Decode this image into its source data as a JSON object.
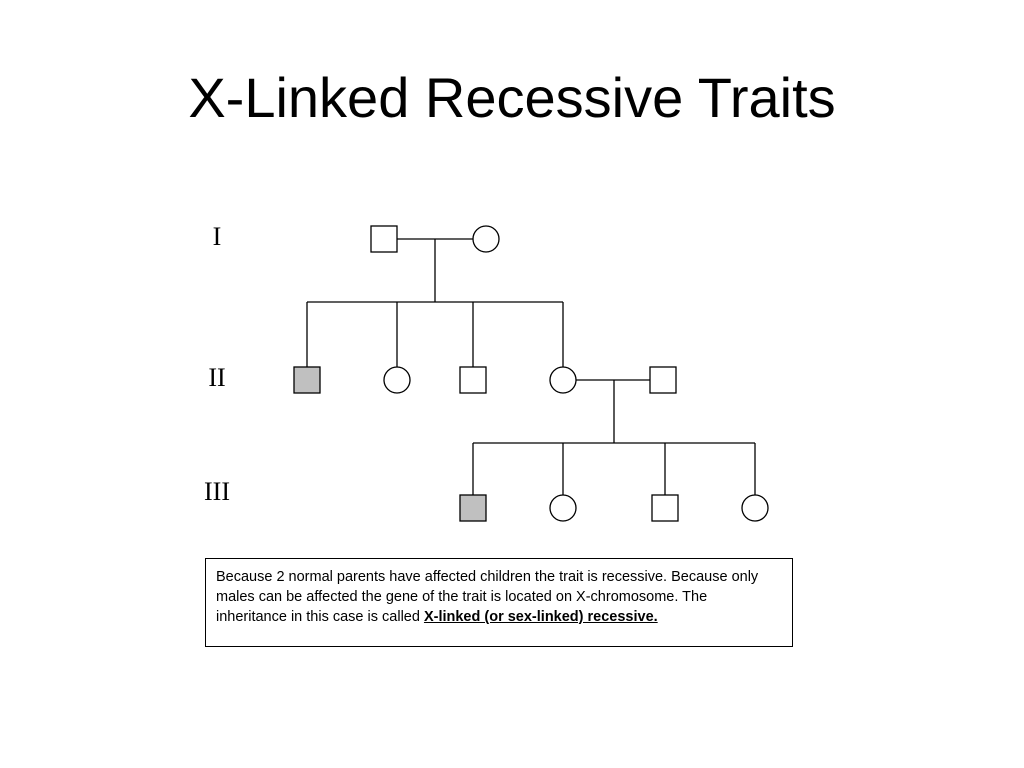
{
  "title": "X-Linked Recessive Traits",
  "generations": [
    "I",
    "II",
    "III"
  ],
  "colors": {
    "affected": "#c0c0c0",
    "unaffected": "#ffffff",
    "line": "#000000"
  },
  "individuals": [
    {
      "id": "I-1",
      "generation": 1,
      "sex": "male",
      "affected": false
    },
    {
      "id": "I-2",
      "generation": 1,
      "sex": "female",
      "affected": false
    },
    {
      "id": "II-1",
      "generation": 2,
      "sex": "male",
      "affected": true
    },
    {
      "id": "II-2",
      "generation": 2,
      "sex": "female",
      "affected": false
    },
    {
      "id": "II-3",
      "generation": 2,
      "sex": "male",
      "affected": false
    },
    {
      "id": "II-4",
      "generation": 2,
      "sex": "female",
      "affected": false
    },
    {
      "id": "II-5",
      "generation": 2,
      "sex": "male",
      "affected": false
    },
    {
      "id": "III-1",
      "generation": 3,
      "sex": "male",
      "affected": true
    },
    {
      "id": "III-2",
      "generation": 3,
      "sex": "female",
      "affected": false
    },
    {
      "id": "III-3",
      "generation": 3,
      "sex": "male",
      "affected": false
    },
    {
      "id": "III-4",
      "generation": 3,
      "sex": "female",
      "affected": false
    }
  ],
  "caption": {
    "text": "Because 2 normal parents have affected children the trait is recessive. Because only males can be affected the gene of the trait is located on X-chromosome. The inheritance in this case is called ",
    "emphasis": "X-linked (or sex-linked) recessive."
  }
}
